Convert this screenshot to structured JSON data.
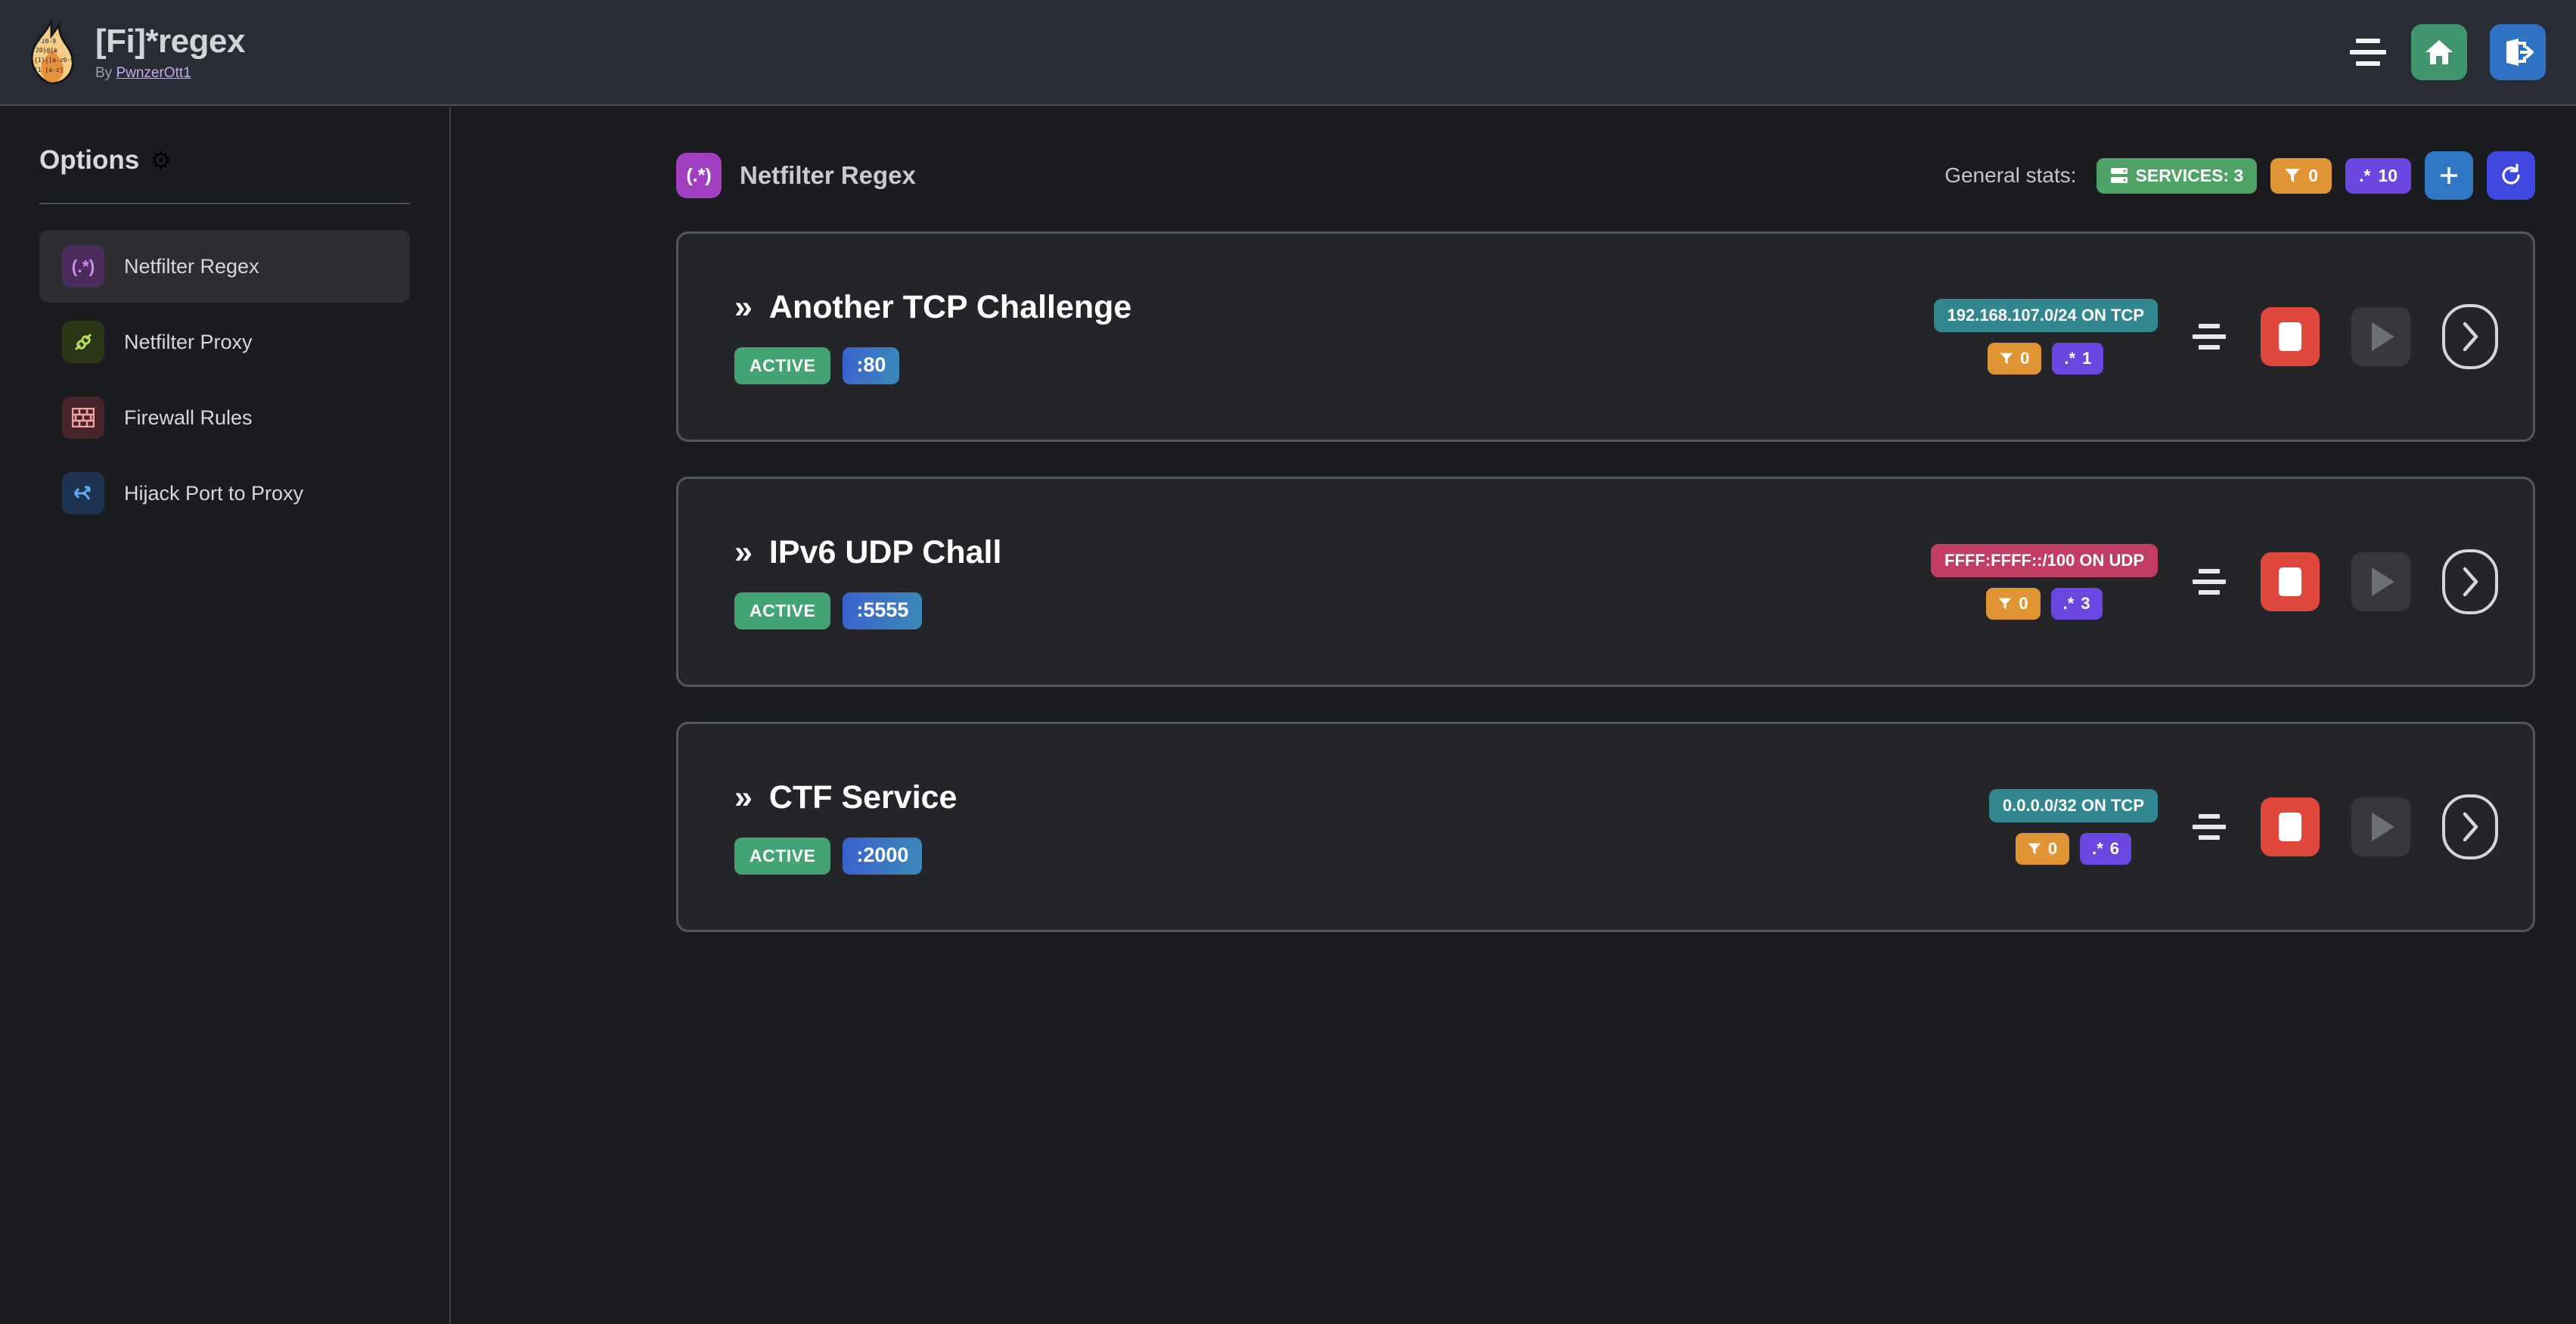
{
  "header": {
    "logo_icon": "flame-regex-logo",
    "title": "[Fi]*regex",
    "by_prefix": "By ",
    "author": "PwnzerOtt1",
    "menu_icon": "menu-lines-icon",
    "home_icon": "home-icon",
    "logout_icon": "logout-icon"
  },
  "sidebar": {
    "title": "Options",
    "gear_icon": "gear-icon",
    "items": [
      {
        "label": "Netfilter Regex",
        "icon": "regex-icon",
        "glyph": "(.*)",
        "active": true
      },
      {
        "label": "Netfilter Proxy",
        "icon": "plug-icon",
        "glyph": "⚭",
        "active": false
      },
      {
        "label": "Firewall Rules",
        "icon": "brick-wall-icon",
        "glyph": "▦",
        "active": false
      },
      {
        "label": "Hijack Port to Proxy",
        "icon": "fork-arrow-icon",
        "glyph": "⑂",
        "active": false
      }
    ]
  },
  "page": {
    "icon": "regex-icon",
    "icon_glyph": "(.*)",
    "title": "Netfilter Regex",
    "stats_label": "General stats:",
    "stats": [
      {
        "name": "services-badge",
        "icon": "server-icon",
        "glyph": "⌸",
        "text": "SERVICES: 3",
        "color": "#4fa366"
      },
      {
        "name": "filters-badge",
        "icon": "filter-icon",
        "glyph": "▼",
        "text": "0",
        "color": "#e09434"
      },
      {
        "name": "regex-badge",
        "icon": "regex-count-icon",
        "glyph": ".*",
        "text": "10",
        "color": "#6c46e0"
      }
    ],
    "add_button": {
      "icon": "plus-icon",
      "glyph": "+",
      "color": "#3077c4"
    },
    "refresh_button": {
      "icon": "refresh-icon",
      "glyph": "⟳",
      "color": "#4048e0"
    }
  },
  "services": [
    {
      "chevron": "»",
      "title": "Another TCP Challenge",
      "status": "ACTIVE",
      "port": ":80",
      "address": "192.168.107.0/24 ON TCP",
      "address_color": "#31868f",
      "protocol": "TCP",
      "filters": "0",
      "regexes": "1",
      "drag_icon": "drag-handle-icon",
      "stop_icon": "stop-icon",
      "play_icon": "play-icon",
      "open_icon": "chevron-right-icon"
    },
    {
      "chevron": "»",
      "title": "IPv6 UDP Chall",
      "status": "ACTIVE",
      "port": ":5555",
      "address": "FFFF:FFFF::/100 ON UDP",
      "address_color": "#c23d63",
      "protocol": "UDP",
      "filters": "0",
      "regexes": "3",
      "drag_icon": "drag-handle-icon",
      "stop_icon": "stop-icon",
      "play_icon": "play-icon",
      "open_icon": "chevron-right-icon"
    },
    {
      "chevron": "»",
      "title": "CTF Service",
      "status": "ACTIVE",
      "port": ":2000",
      "address": "0.0.0.0/32 ON TCP",
      "address_color": "#31868f",
      "protocol": "TCP",
      "filters": "0",
      "regexes": "6",
      "drag_icon": "drag-handle-icon",
      "stop_icon": "stop-icon",
      "play_icon": "play-icon",
      "open_icon": "chevron-right-icon"
    }
  ]
}
